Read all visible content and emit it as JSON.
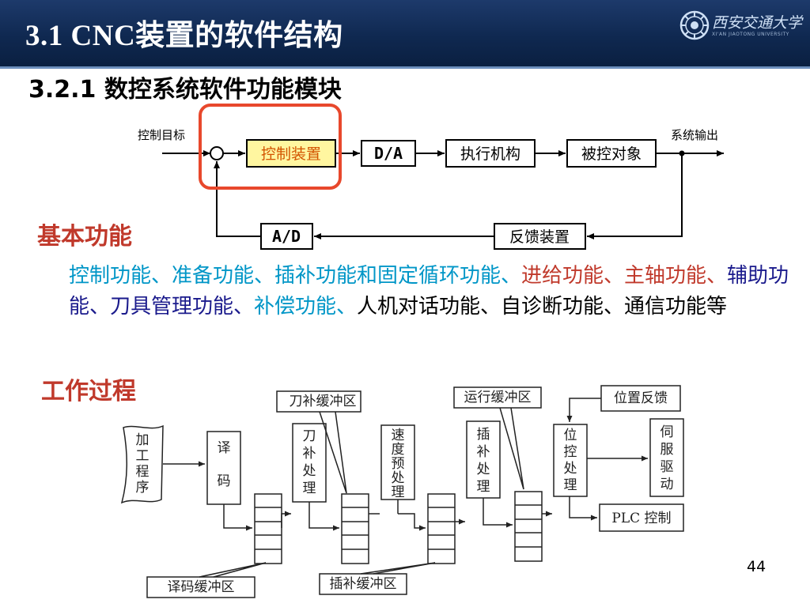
{
  "title": "3.1 CNC装置的软件结构",
  "logo": {
    "text": "西安交通大学",
    "sub": "XI'AN JIAOTONG UNIVERSITY"
  },
  "subtitle": "3.2.1  数控系统软件功能模块",
  "control_loop": {
    "input_label": "控制目标",
    "output_label": "系统输出",
    "controller": "控制装置",
    "da": "D/A",
    "actuator": "执行机构",
    "plant": "被控对象",
    "ad": "A/D",
    "feedback": "反馈装置"
  },
  "basic_heading": "基本功能",
  "functions": {
    "s1": "控制功能、准备功能、插补功能和固定循环功能、",
    "s2": "进给功能、",
    "s3": "主轴功能、",
    "s4": "辅助功能、刀具管理功能、",
    "s5": "补偿功能、",
    "s6": "人机对话功能、自诊断功能、通信功能等"
  },
  "process_heading": "工作过程",
  "process": {
    "program": [
      "加",
      "工",
      "程",
      "序"
    ],
    "decode": [
      "译",
      "码"
    ],
    "tool_comp": [
      "刀",
      "补",
      "处",
      "理"
    ],
    "speed": [
      "速",
      "度",
      "预",
      "处",
      "理"
    ],
    "interp": [
      "插",
      "补",
      "处",
      "理"
    ],
    "position": [
      "位",
      "控",
      "处",
      "理"
    ],
    "servo": [
      "伺",
      "服",
      "驱",
      "动"
    ],
    "pos_feedback": "位置反馈",
    "plc": "PLC 控制",
    "buf_decode": "译码缓冲区",
    "buf_tool": "刀补缓冲区",
    "buf_run": "运行缓冲区",
    "buf_interp": "插补缓冲区"
  },
  "page_number": "44",
  "colors": {
    "header": "#0f2850",
    "highlight": "#e8482c",
    "controller_fill": "#fff6a0",
    "controller_text": "#d35400"
  }
}
